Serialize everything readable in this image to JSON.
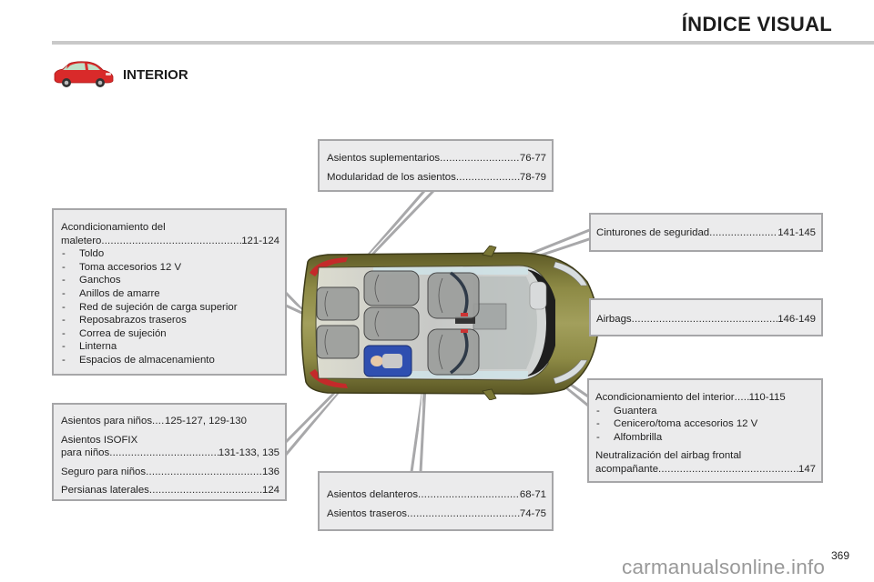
{
  "header": {
    "title": "ÍNDICE VISUAL"
  },
  "section": {
    "title": "INTERIOR",
    "icon": "red-car-icon"
  },
  "callouts": {
    "boot": {
      "heading_line1": "Acondicionamiento del",
      "heading_line2": "maletero",
      "pages": "121-124",
      "items": [
        "Toldo",
        "Toma accesorios 12 V",
        "Ganchos",
        "Anillos de amarre",
        "Red de sujeción de carga superior",
        "Reposabrazos traseros",
        "Correa de sujeción",
        "Linterna",
        "Espacios de almacenamiento"
      ]
    },
    "child": {
      "rows": [
        {
          "label": "Asientos para niños",
          "pages": "125-127, 129-130"
        },
        {
          "label_line1": "Asientos ISOFIX",
          "label": "para niños",
          "pages": "131-133, 135"
        },
        {
          "label": "Seguro para niños",
          "pages": "136"
        },
        {
          "label": "Persianas laterales",
          "pages": "124"
        }
      ]
    },
    "extra_seats": {
      "rows": [
        {
          "label": "Asientos suplementarios",
          "pages": "76-77"
        },
        {
          "label": "Modularidad de los asientos",
          "pages": "78-79"
        }
      ]
    },
    "seatbelts": {
      "rows": [
        {
          "label": "Cinturones de seguridad",
          "pages": "141-145"
        }
      ]
    },
    "airbags": {
      "rows": [
        {
          "label": "Airbags",
          "pages": "146-149"
        }
      ]
    },
    "interior": {
      "heading": "Acondicionamiento del interior",
      "pages": "110-115",
      "items": [
        "Guantera",
        "Cenicero/toma accesorios 12 V",
        "Alfombrilla"
      ],
      "neutral_line1": "Neutralización del airbag frontal",
      "neutral_label": "acompañante",
      "neutral_pages": "147"
    },
    "seats": {
      "rows": [
        {
          "label": "Asientos delanteros",
          "pages": "68-71"
        },
        {
          "label": "Asientos traseros",
          "pages": "74-75"
        }
      ]
    }
  },
  "illustration": {
    "subject": "car-interior-top-view",
    "body_color": "#7d7a3a",
    "child_seat_color": "#2f4fb0"
  },
  "footer": {
    "page_number": "369",
    "watermark": "carmanualsonline.info"
  }
}
